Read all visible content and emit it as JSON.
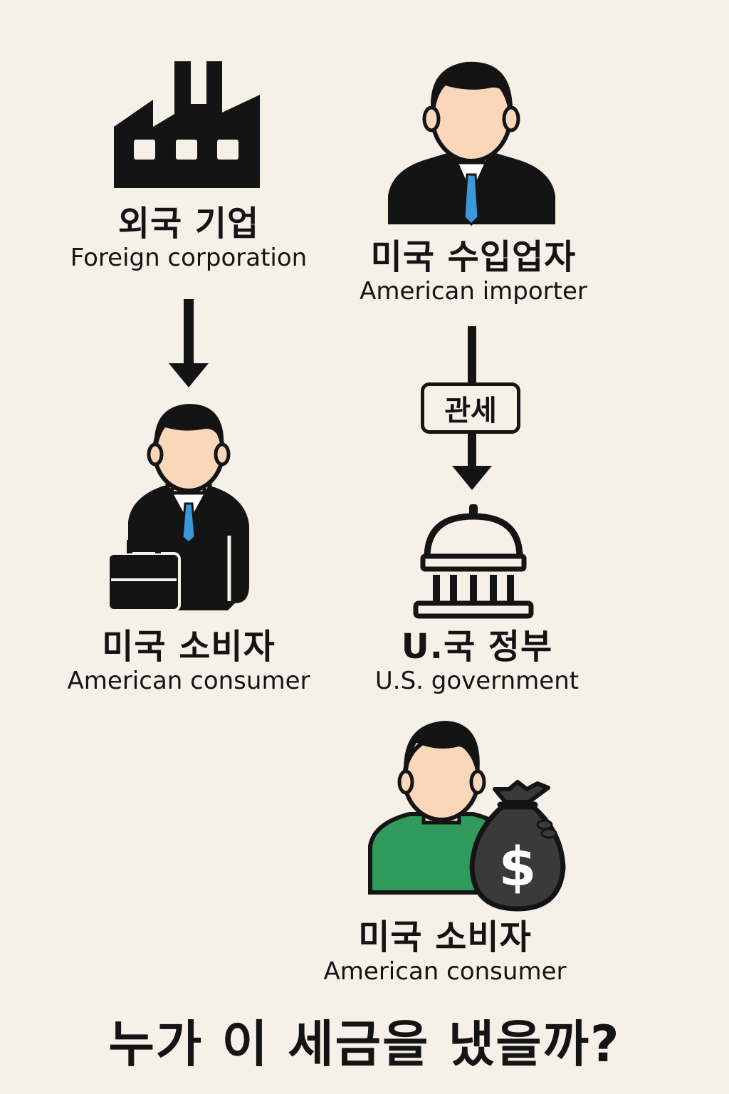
{
  "nodes": {
    "foreign_corp": {
      "ko": "외국 기업",
      "en": "Foreign corporation",
      "icon": "factory-icon"
    },
    "importer": {
      "ko": "미국 수입업자",
      "en": "American importer",
      "icon": "businessman-icon"
    },
    "consumer_left": {
      "ko": "미국 소비자",
      "en": "American consumer",
      "icon": "businessman-briefcase-icon"
    },
    "government": {
      "ko": "U.국 정부",
      "en": "U.S. government",
      "icon": "capitol-icon"
    },
    "consumer_bottom": {
      "ko": "미국 소비자",
      "en": "American consumer",
      "icon": "person-money-bag-icon"
    }
  },
  "tariff_label": "관세",
  "question": "누가 이 세금을 냈을까?",
  "colors": {
    "background": "#f5f1e8",
    "ink": "#141414",
    "skin": "#fad7b9",
    "tie": "#3a9ad9",
    "shirt_green": "#2f9a5b",
    "money_bag": "#3a3a3a"
  }
}
